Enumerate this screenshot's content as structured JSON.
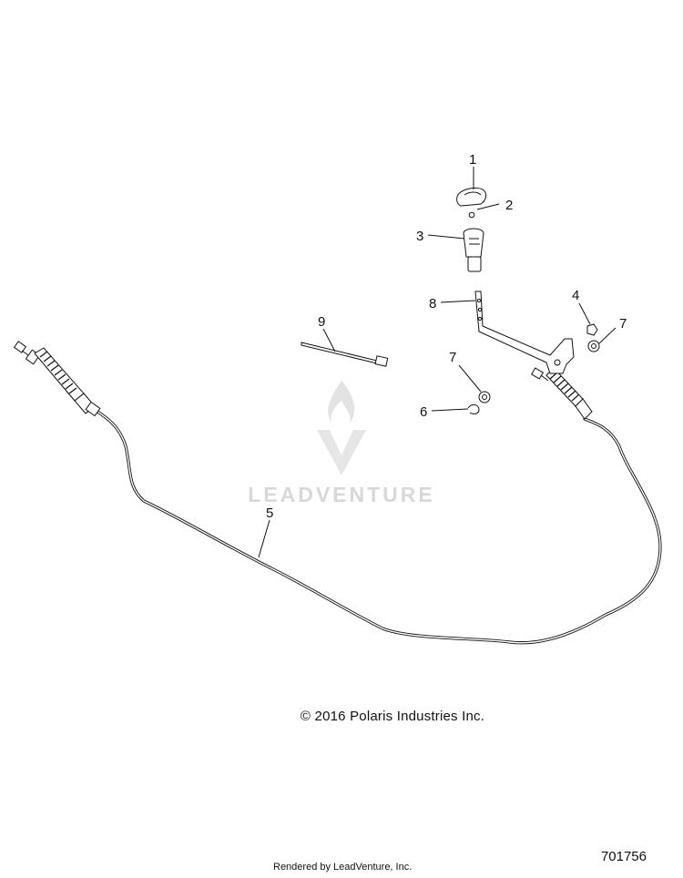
{
  "callouts": [
    {
      "id": "c1",
      "label": "1"
    },
    {
      "id": "c2",
      "label": "2"
    },
    {
      "id": "c3",
      "label": "3"
    },
    {
      "id": "c4",
      "label": "4"
    },
    {
      "id": "c5",
      "label": "5"
    },
    {
      "id": "c6",
      "label": "6"
    },
    {
      "id": "c7a",
      "label": "7"
    },
    {
      "id": "c7b",
      "label": "7"
    },
    {
      "id": "c8",
      "label": "8"
    },
    {
      "id": "c9",
      "label": "9"
    }
  ],
  "watermark": {
    "text": "LEADVENTURE"
  },
  "copyright": "© 2016 Polaris Industries Inc.",
  "drawing_number": "701756",
  "rendered_by": "Rendered by LeadVenture, Inc."
}
